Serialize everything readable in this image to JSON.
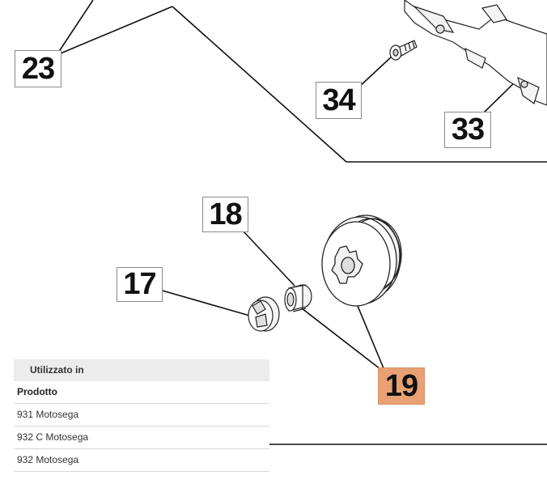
{
  "callouts": {
    "c23": "23",
    "c34": "34",
    "c33": "33",
    "c18": "18",
    "c17": "17",
    "c19": "19"
  },
  "highlight_color": "#e8a173",
  "usage": {
    "title": "Utilizzato in",
    "column": "Prodotto",
    "rows": [
      "931 Motosega",
      "932 C Motosega",
      "932 Motosega"
    ]
  }
}
